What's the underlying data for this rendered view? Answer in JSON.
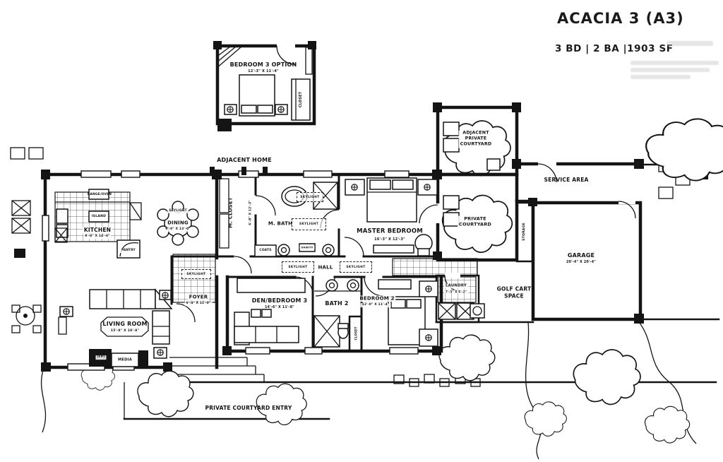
{
  "header": {
    "title": "ACACIA 3 (A3)",
    "subtitle": "3 BD | 2 BA |1903 SF"
  },
  "labels": {
    "adjacent_home": "ADJACENT HOME",
    "bedroom3_option": "BEDROOM 3 OPTION",
    "bedroom3_option_dims": "12'-3\" X 11'-4\"",
    "closet": "CLOSET",
    "range_oven": "RANGE/OVEN",
    "island": "ISLAND",
    "kitchen": "KITCHEN",
    "kitchen_dims": "9'-8\" X 14'-6\"",
    "pantry": "PANTRY",
    "skylight": "SKYLIGHT",
    "dining": "DINING",
    "dining_dims": "9'-0\" X 13'-0\"",
    "m_closet": "M. CLOSET",
    "m_closet_dims": "6'-8\" X 12'-3\"",
    "m_bath": "M. BATH",
    "vanity": "VANITY",
    "coats": "COATS",
    "master_bedroom": "MASTER BEDROOM",
    "master_bedroom_dims": "16'-3\" X 12'-3\"",
    "adjacent_private_courtyard": "ADJACENT\nPRIVATE\nCOURTYARD",
    "private_courtyard": "PRIVATE\nCOURTYARD",
    "storage": "STORAGE",
    "service_area": "SERVICE AREA",
    "garage": "GARAGE",
    "garage_dims": "20'-4\" X 20'-4\"",
    "golf_cart_space": "GOLF CART\nSPACE",
    "laundry": "LAUNDRY",
    "laundry_dims": "7'-3\" X 6'-2\"",
    "hall": "HALL",
    "den_bedroom3": "DEN/BEDROOM 3",
    "den_bedroom3_dims": "14'-6\" X 11'-8\"",
    "bath2": "BATH 2",
    "bedroom2": "BEDROOM 2",
    "bedroom2_dims": "12'-0\" X 11'-4\"",
    "foyer": "FOYER",
    "foyer_dims": "6'-4\" X 11'-0\"",
    "living_room": "LIVING ROOM",
    "living_room_dims": "15'-8\" X 18'-8\"",
    "media": "MEDIA",
    "fireplace": "(FP)",
    "private_courtyard_entry": "PRIVATE COURTYARD ENTRY"
  }
}
